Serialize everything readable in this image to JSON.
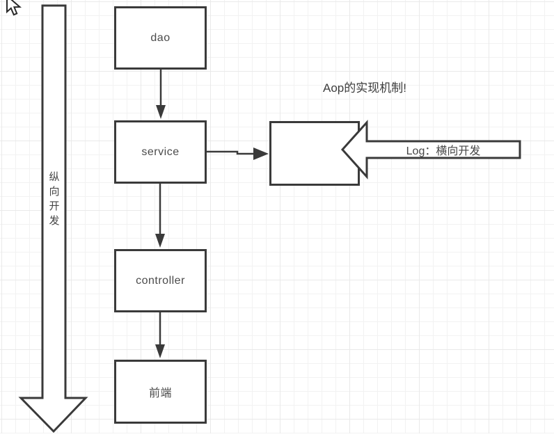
{
  "diagram": {
    "note": "Aop的实现机制!",
    "flow_nodes": [
      {
        "id": "dao",
        "label": "dao"
      },
      {
        "id": "service",
        "label": "service"
      },
      {
        "id": "controller",
        "label": "controller"
      },
      {
        "id": "frontend",
        "label": "前端"
      },
      {
        "id": "aop-target",
        "label": ""
      }
    ],
    "vertical_block_arrow": {
      "label": "纵向开发",
      "direction": "down"
    },
    "log_block_arrow": {
      "label": "Log：横向开发",
      "direction": "left"
    }
  },
  "colors": {
    "shape_stroke": "#3a3a3a",
    "shape_fill": "#ffffff",
    "text": "#4a4a4a",
    "grid_minor": "#f2f2f2",
    "grid_major": "#e9e9e9"
  },
  "icons": {
    "cursor": "arrow-pointer-icon"
  }
}
